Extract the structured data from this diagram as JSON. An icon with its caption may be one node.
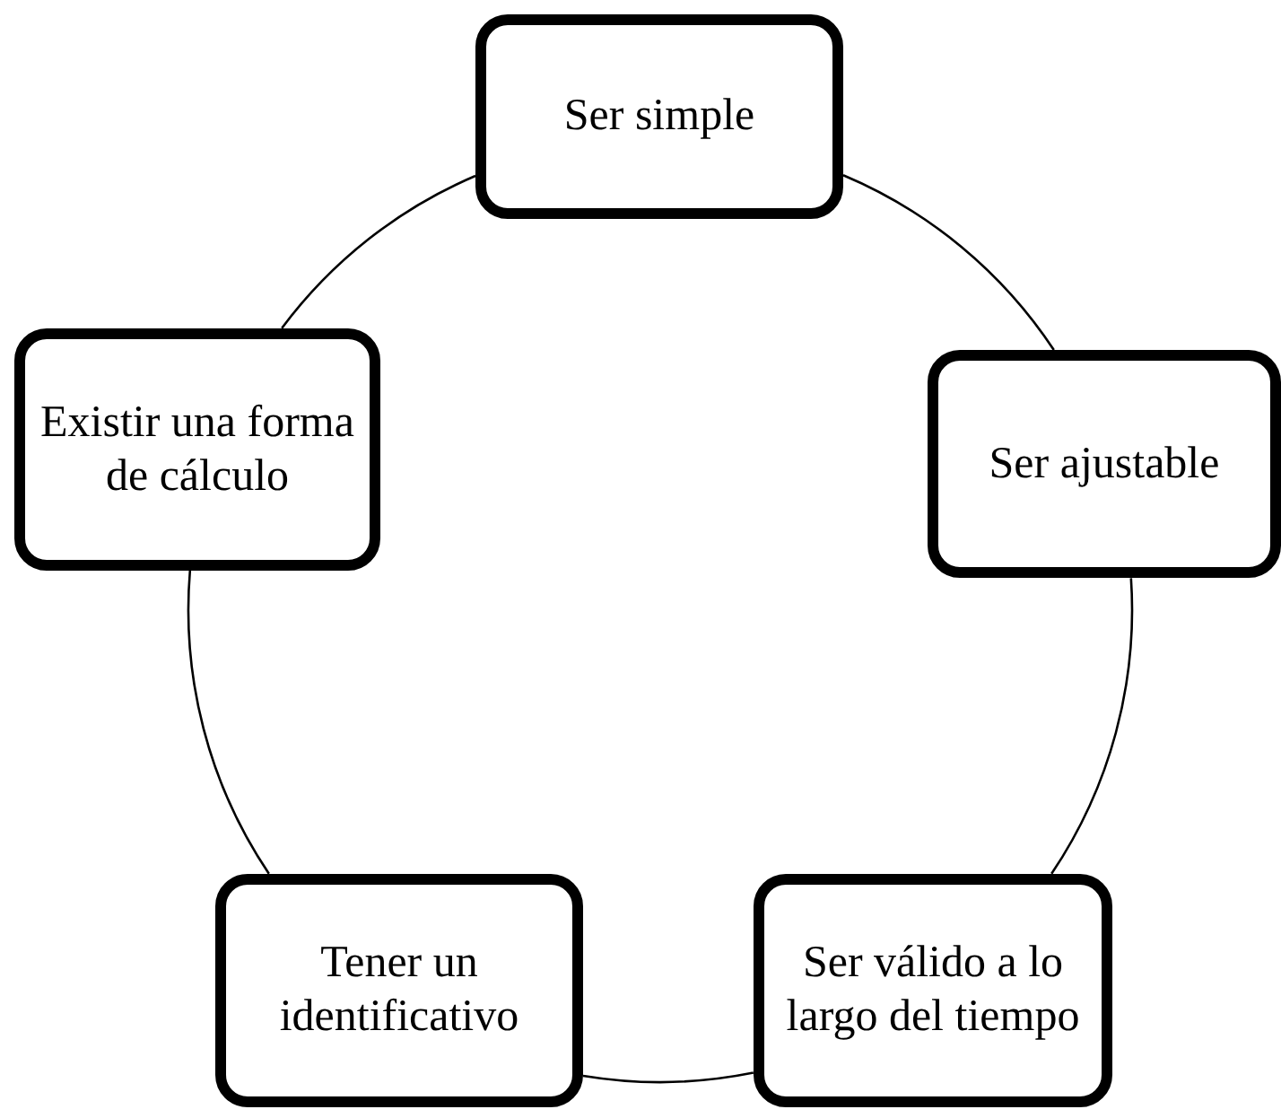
{
  "diagram": {
    "nodes": [
      {
        "text": [
          "Ser simple"
        ]
      },
      {
        "text": [
          "Ser ajustable"
        ]
      },
      {
        "text": [
          "Ser válido a lo largo del tiempo"
        ]
      },
      {
        "text": [
          "Tener un identificativo"
        ]
      },
      {
        "text": [
          "Existir una forma de cálculo"
        ]
      }
    ],
    "edges": [
      {
        "from": 0,
        "to": 1,
        "arrow": "none"
      },
      {
        "from": 1,
        "to": 2,
        "arrow": "none"
      },
      {
        "from": 2,
        "to": 3,
        "arrow": "none"
      },
      {
        "from": 3,
        "to": 4,
        "arrow": "none"
      },
      {
        "from": 4,
        "to": 0,
        "arrow": "none"
      }
    ]
  }
}
